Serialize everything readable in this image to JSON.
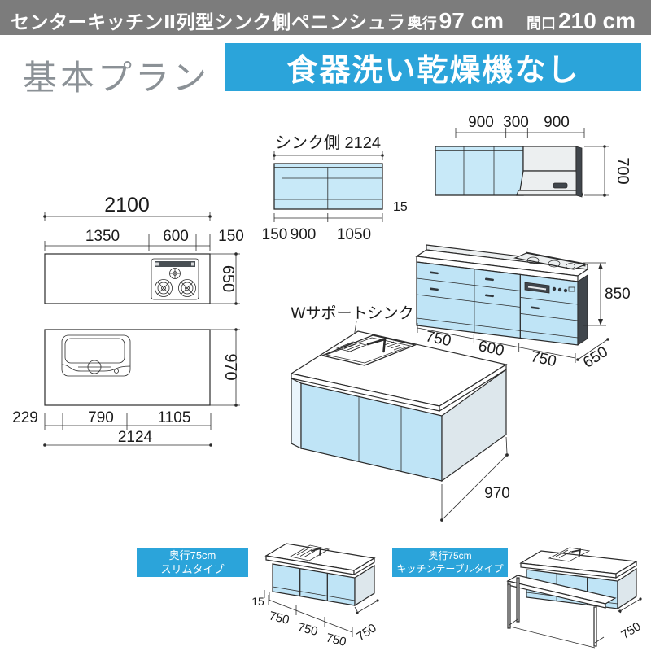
{
  "colors": {
    "header_bg": "#7c7c7c",
    "accent_cyan": "#2ba4da",
    "cabinet_blue": "#c8e9f8",
    "iso_cabinet_blue": "#bfe4f6",
    "line": "#2b2b2b",
    "plan_title_gray": "#8b9196"
  },
  "header": {
    "title": "センターキッチンⅡ列型シンク側ペニンシュラ",
    "depth_label": "奥行",
    "depth_value": "97 cm",
    "width_label": "間口",
    "width_value": "210 cm"
  },
  "plan": {
    "title": "基本プラン",
    "banner": "食器洗い乾燥機なし"
  },
  "sink_elevation": {
    "label": "シンク側 2124",
    "edge": "15",
    "dims": [
      "150",
      "900",
      "1050"
    ]
  },
  "wall_cabinet": {
    "dims": [
      "900",
      "300",
      "900"
    ],
    "height": "700"
  },
  "stove_plan": {
    "total": "2100",
    "dims": [
      "1350",
      "600",
      "150"
    ],
    "depth": "650"
  },
  "island_plan": {
    "depth": "970",
    "dims": [
      "229",
      "790",
      "1105"
    ],
    "total": "2124"
  },
  "island_iso": {
    "label": "Wサポートシンク",
    "depth": "970"
  },
  "stove_iso": {
    "dims": [
      "750",
      "600",
      "750"
    ],
    "height": "850",
    "depth": "650"
  },
  "slim_type": {
    "badge": [
      "奥行75cm",
      "スリムタイプ"
    ],
    "edge": "15",
    "dims": [
      "750",
      "750",
      "750"
    ],
    "depth": "750"
  },
  "table_type": {
    "badge": [
      "奥行75cm",
      "キッチンテーブルタイプ"
    ],
    "depth": "750"
  }
}
